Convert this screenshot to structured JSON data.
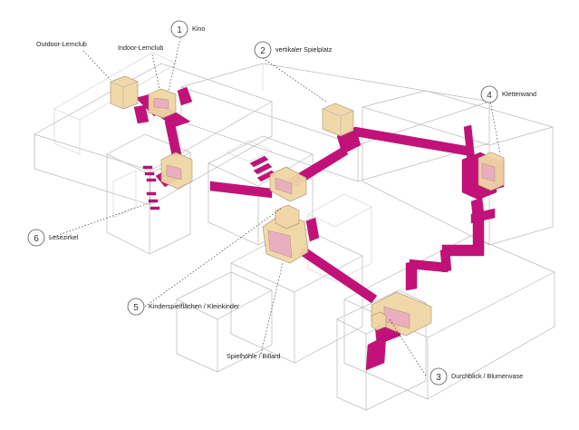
{
  "labels": {
    "kino": {
      "number": "1",
      "text": "Kino"
    },
    "spielplatz": {
      "number": "2",
      "text": "vertikaler Spielplatz"
    },
    "durchblick": {
      "number": "3",
      "text": "Durchblick / Blumenvase"
    },
    "kletterwand": {
      "number": "4",
      "text": "Kletterwand"
    },
    "kinderspiel": {
      "number": "5",
      "text": "Kinderspielflächen / Kleinkinder"
    },
    "lesezirkel": {
      "number": "6",
      "text": "Lesezirkel"
    },
    "outdoor": {
      "text": "Outdoor-Lernclub"
    },
    "indoor": {
      "text": "Indoor-Lernclub"
    },
    "spielhoehle": {
      "text": "Spielhöhle / Billard"
    }
  },
  "colors": {
    "path": "#c2127a",
    "box": "#f1d6a4",
    "wireframe": "#b9b9b9"
  }
}
